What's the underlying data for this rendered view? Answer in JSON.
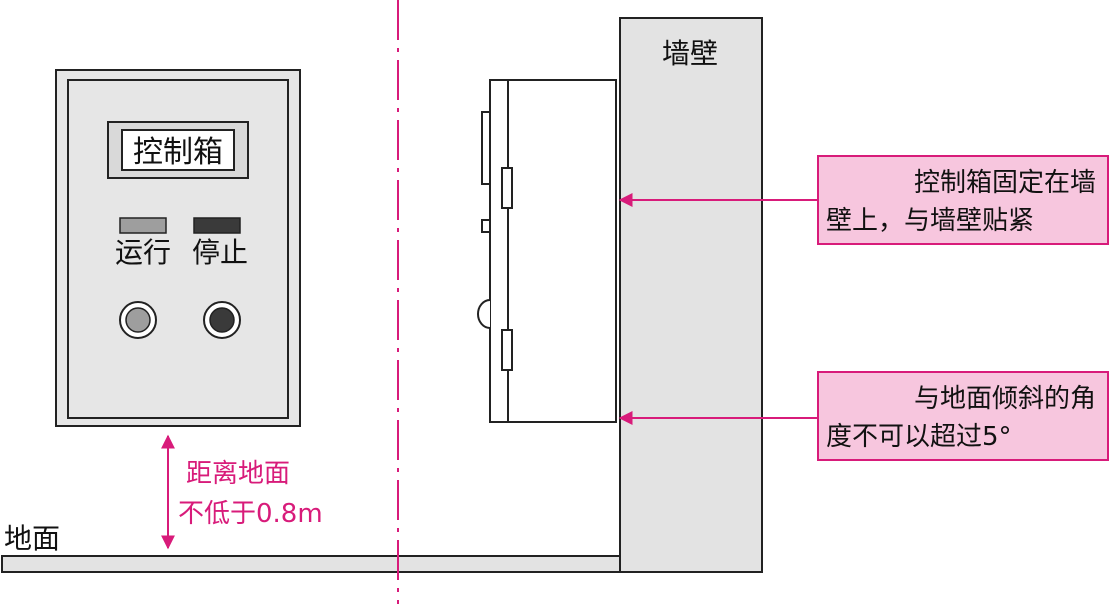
{
  "colors": {
    "magenta": "#d81b7a",
    "callout_fill": "#f7c6de",
    "box_gray": "#e6e6e6",
    "wall_gray": "#e3e3e3",
    "light_indicator": "#9e9e9e",
    "dark_indicator": "#3a3a3a",
    "line": "#222222"
  },
  "control_box": {
    "label": "控制箱",
    "run_label": "运行",
    "stop_label": "停止"
  },
  "wall": {
    "label": "墙壁"
  },
  "ground": {
    "label": "地面"
  },
  "height_note": {
    "line1": "距离地面",
    "line2": "不低于0.8m"
  },
  "callout_top": {
    "line1": "控制箱固定在墙",
    "line2": "壁上，与墙壁贴紧"
  },
  "callout_bottom": {
    "line1": "与地面倾斜的角",
    "line2": "度不可以超过5°"
  }
}
